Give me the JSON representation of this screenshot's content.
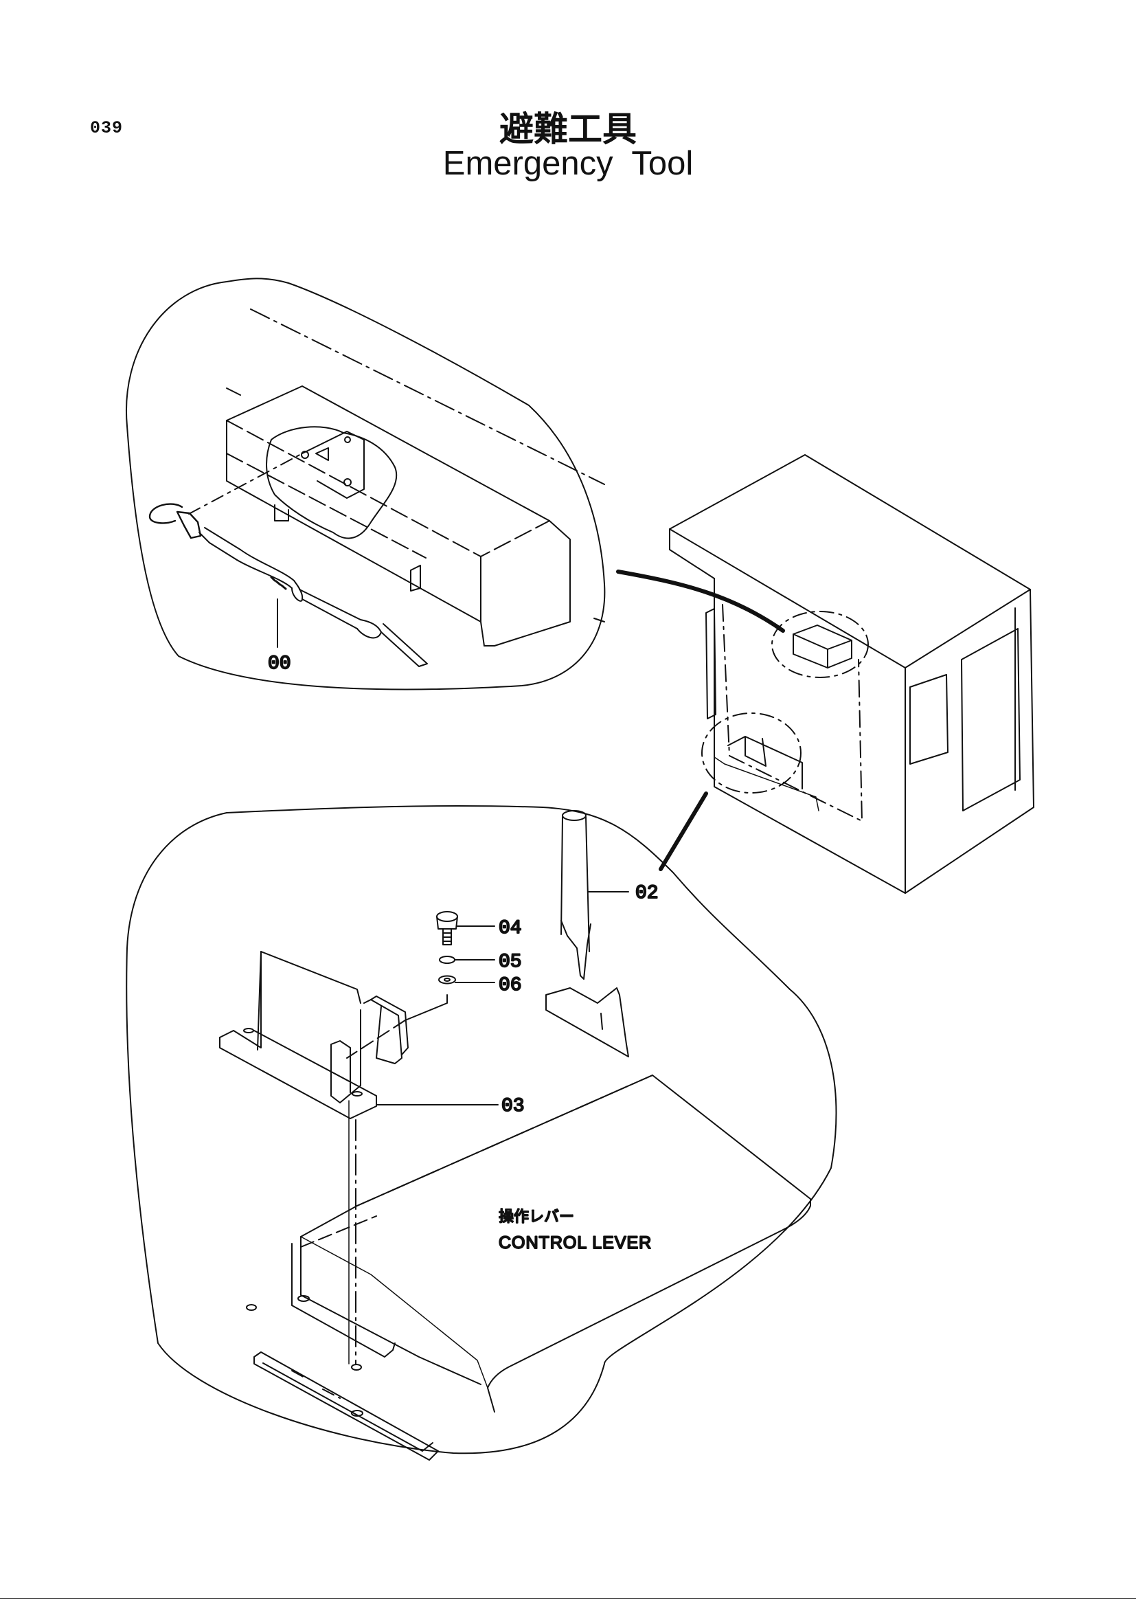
{
  "header": {
    "page_number": "039",
    "title_jp": "避難工具",
    "title_en": "Emergency Tool"
  },
  "callouts": {
    "p00": "00",
    "p02": "02",
    "p03": "03",
    "p04": "04",
    "p05": "05",
    "p06": "06"
  },
  "annotation": {
    "jp": "操作レバー",
    "en": "CONTROL LEVER"
  }
}
